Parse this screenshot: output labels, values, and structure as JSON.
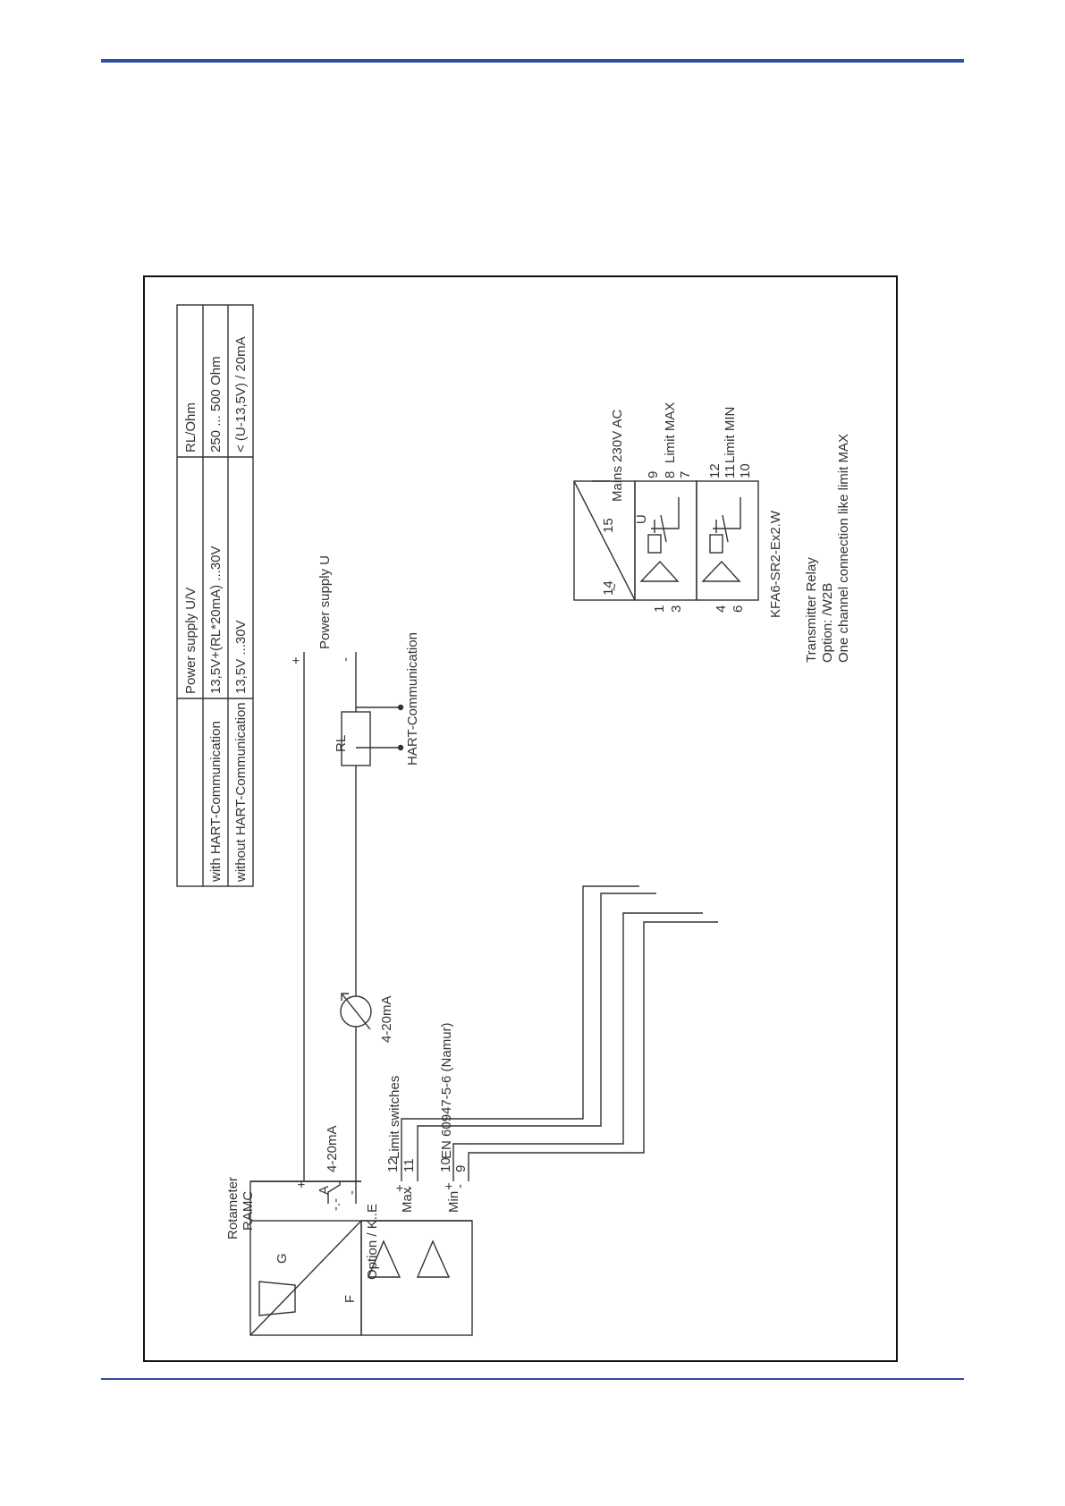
{
  "page": {
    "accent_color": "#2f4fa5"
  },
  "diagram": {
    "table": {
      "header": [
        "Power supply U/V",
        "RL/Ohm"
      ],
      "rows": [
        {
          "label": "with HART-Communication",
          "supply": "13,5V+(RL*20mA) ...30V",
          "rl": "250 ... 500 Ohm"
        },
        {
          "label": "without HART-Communication",
          "supply": "13,5V ...30V",
          "rl": "< (U-13,5V) / 20mA"
        }
      ]
    },
    "power_supply": {
      "label": "Power supply U",
      "plus": "+",
      "minus": "-"
    },
    "resistor": {
      "label": "RL"
    },
    "hart": {
      "label": "HART-Communication"
    },
    "ammeter": {
      "label": "4-20mA"
    },
    "rotameter": {
      "title_line1": "Rotameter",
      "title_line2": "RAMC",
      "g": "G",
      "f": "F",
      "terminal_plus": "+",
      "terminal_a": "A",
      "terminal_minus": "-",
      "current_label": "4-20mA",
      "option_label": "Option / K..E",
      "max_label": "Max",
      "min_label": "Min",
      "plus": "+",
      "minus": "-"
    },
    "limit_switches": {
      "label": "Limit switches",
      "standard": "EN 60947-5-6 (Namur)",
      "t12": "12",
      "t11": "11",
      "t10": "10",
      "t9": "9"
    },
    "relay": {
      "mains": "Mains 230V AC",
      "t14": "14",
      "t15": "15",
      "t1": "1",
      "t3": "3",
      "t4": "4",
      "t6": "6",
      "t9": "9",
      "t8": "8",
      "t7": "7",
      "t12": "12",
      "t11": "11",
      "t10": "10",
      "limit_max": "Limit MAX",
      "limit_min": "Limit MIN",
      "model": "KFA6-SR2-Ex2.W",
      "note1": "Transmitter Relay",
      "note2": "Option: /W2B",
      "note3": "One channel connection like limit MAX"
    }
  }
}
